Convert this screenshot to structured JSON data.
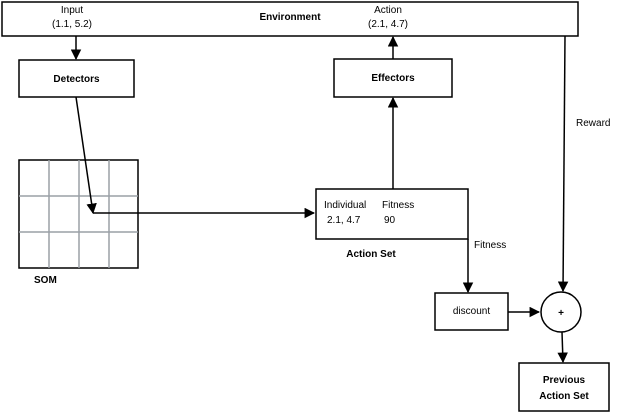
{
  "environment": {
    "title": "Environment",
    "input_label": "Input",
    "input_value": "(1.1, 5.2)",
    "action_label": "Action",
    "action_value": "(2.1, 4.7)"
  },
  "detectors": {
    "label": "Detectors"
  },
  "effectors": {
    "label": "Effectors"
  },
  "som": {
    "label": "SOM"
  },
  "action_set": {
    "label": "Action Set",
    "col_individual": "Individual",
    "col_fitness": "Fitness",
    "individual_value": "2.1, 4.7",
    "fitness_value": "90"
  },
  "edges": {
    "reward_label": "Reward",
    "fitness_label": "Fitness"
  },
  "discount": {
    "label": "discount"
  },
  "sum_node": {
    "symbol": "+"
  },
  "previous_action_set": {
    "line1": "Previous",
    "line2": "Action Set"
  }
}
